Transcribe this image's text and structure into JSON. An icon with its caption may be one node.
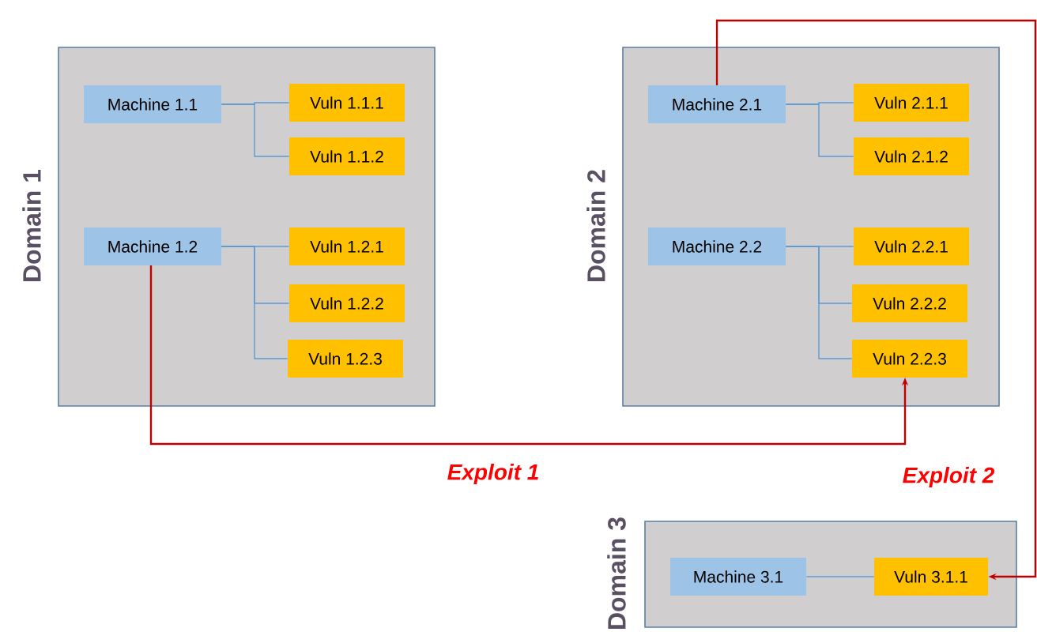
{
  "diagram": {
    "nodes": [
      {
        "text": [
          "Domain 1"
        ]
      },
      {
        "text": [
          "Machine 1.1"
        ],
        "in": 0
      },
      {
        "text": [
          "Vuln 1.1.1"
        ],
        "in": 0
      },
      {
        "text": [
          "Vuln 1.1.2"
        ],
        "in": 0
      },
      {
        "text": [
          "Machine 1.2"
        ],
        "in": 0
      },
      {
        "text": [
          "Vuln 1.2.1"
        ],
        "in": 0
      },
      {
        "text": [
          "Vuln 1.2.2"
        ],
        "in": 0
      },
      {
        "text": [
          "Vuln 1.2.3"
        ],
        "in": 0
      },
      {
        "text": [
          "Domain 2"
        ]
      },
      {
        "text": [
          "Machine 2.1"
        ],
        "in": 8
      },
      {
        "text": [
          "Vuln 2.1.1"
        ],
        "in": 8
      },
      {
        "text": [
          "Vuln 2.1.2"
        ],
        "in": 8
      },
      {
        "text": [
          "Machine 2.2"
        ],
        "in": 8
      },
      {
        "text": [
          "Vuln 2.2.1"
        ],
        "in": 8
      },
      {
        "text": [
          "Vuln 2.2.2"
        ],
        "in": 8
      },
      {
        "text": [
          "Vuln 2.2.3"
        ],
        "in": 8
      },
      {
        "text": [
          "Domain 3"
        ]
      },
      {
        "text": [
          "Machine 3.1"
        ],
        "in": 16
      },
      {
        "text": [
          "Vuln 3.1.1"
        ],
        "in": 16
      }
    ],
    "edges": [
      {
        "from": 1,
        "to": 2,
        "arrow": "none"
      },
      {
        "from": 1,
        "to": 3,
        "arrow": "none"
      },
      {
        "from": 4,
        "to": 5,
        "arrow": "none"
      },
      {
        "from": 4,
        "to": 6,
        "arrow": "none"
      },
      {
        "from": 4,
        "to": 7,
        "arrow": "none"
      },
      {
        "from": 9,
        "to": 10,
        "arrow": "none"
      },
      {
        "from": 9,
        "to": 11,
        "arrow": "none"
      },
      {
        "from": 12,
        "to": 13,
        "arrow": "none"
      },
      {
        "from": 12,
        "to": 14,
        "arrow": "none"
      },
      {
        "from": 12,
        "to": 15,
        "arrow": "none"
      },
      {
        "from": 17,
        "to": 18,
        "arrow": "none"
      },
      {
        "from": 4,
        "to": 15,
        "arrow": "to",
        "label": "Exploit 1",
        "color": "#c00000"
      },
      {
        "from": 9,
        "to": 18,
        "arrow": "to",
        "label": "Exploit 2",
        "color": "#c00000"
      }
    ]
  }
}
